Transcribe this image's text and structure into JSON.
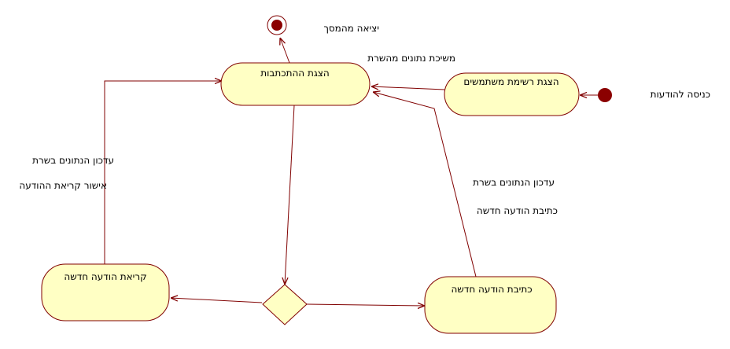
{
  "diagram": {
    "colors": {
      "line": "#800000",
      "node_fill": "#ffffc4",
      "node_stroke": "#800000",
      "dot": "#8b0000"
    },
    "labels": {
      "entry_note": "כניסה להודעות",
      "exit_note": "יציאה מהמסך",
      "fetch_from_server": "משיכת נתונים מהשרת",
      "update_server_left": "עדכון הנתונים בשרת",
      "confirm_read": "אישור קריאת ההודעה",
      "update_server_right": "עדכון הנתונים בשרת",
      "write_new_right": "כתיבת הודעה חדשה"
    },
    "states": {
      "show_conversation": "הצגת ההתכתבות",
      "show_user_list": "הצגת רשימת משתמשים",
      "read_new": "קריאת הודעה חדשה",
      "write_new": "כתיבת הודעה חדשה"
    }
  }
}
